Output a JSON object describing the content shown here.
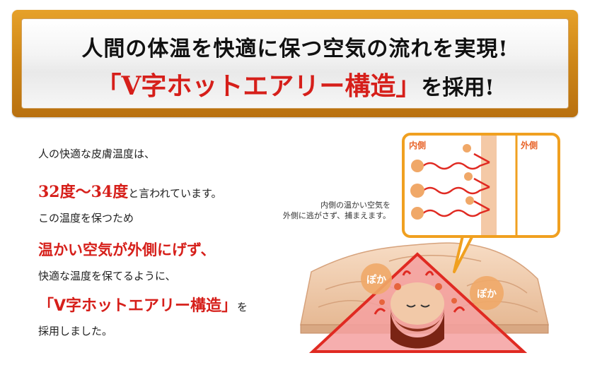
{
  "banner": {
    "line1": "人間の体温を快適に保つ空気の流れを実現!",
    "line2_red": "「V字ホットエアリー構造」",
    "line2_black": "を採用!"
  },
  "body_text": {
    "l1": "人の快適な皮膚温度は、",
    "l2_highlight": "32度〜34度",
    "l2_rest": "と言われています。",
    "l3": "この温度を保つため",
    "l4": "温かい空気が外側にげず、",
    "l5": "快適な温度を保てるように、",
    "l6_highlight": "「V字ホットエアリー構造」",
    "l6_rest": "を",
    "l7": "採用しました。"
  },
  "diagram": {
    "inner_label": "内側",
    "outer_label": "外側",
    "caption_line1": "内側の温かい空気を",
    "caption_line2": "外側に逃がさず、捕まえます。",
    "poka_left": "ぽか",
    "poka_right": "ぽか"
  },
  "colors": {
    "banner_gold": "#cf8818",
    "accent_red": "#d61f1a",
    "callout_orange": "#f0a020",
    "triangle_pink": "#f5a0a0"
  }
}
